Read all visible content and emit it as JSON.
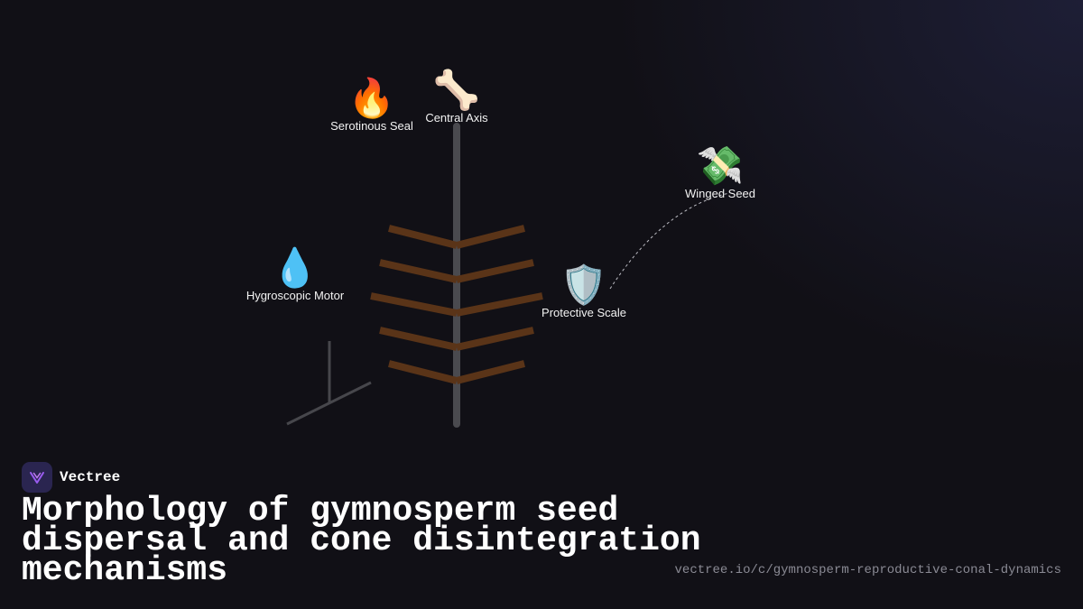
{
  "diagram": {
    "labels": {
      "serotinous_seal": {
        "icon": "fire-icon",
        "glyph": "🔥",
        "text": "Serotinous Seal"
      },
      "central_axis": {
        "icon": "bone-icon",
        "glyph": "🦴",
        "text": "Central Axis"
      },
      "winged_seed": {
        "icon": "money-with-wings-icon",
        "glyph": "💸",
        "text": "Winged Seed"
      },
      "hygroscopic_motor": {
        "icon": "droplet-icon",
        "glyph": "💧",
        "text": "Hygroscopic Motor"
      },
      "protective_scale": {
        "icon": "shield-icon",
        "glyph": "🛡️",
        "text": "Protective Scale"
      }
    },
    "colors": {
      "axis": "#4a4a4f",
      "scales": "#5a3418",
      "motor": "#47474c",
      "trajectory": "#bdbdc4"
    }
  },
  "brand": {
    "name": "Vectree",
    "logo_icon": "vectree-logo-icon",
    "logo_color": "#2a2550"
  },
  "title": "Morphology of gymnosperm seed dispersal and cone disintegration mechanisms",
  "url": "vectree.io/c/gymnosperm-reproductive-conal-dynamics"
}
